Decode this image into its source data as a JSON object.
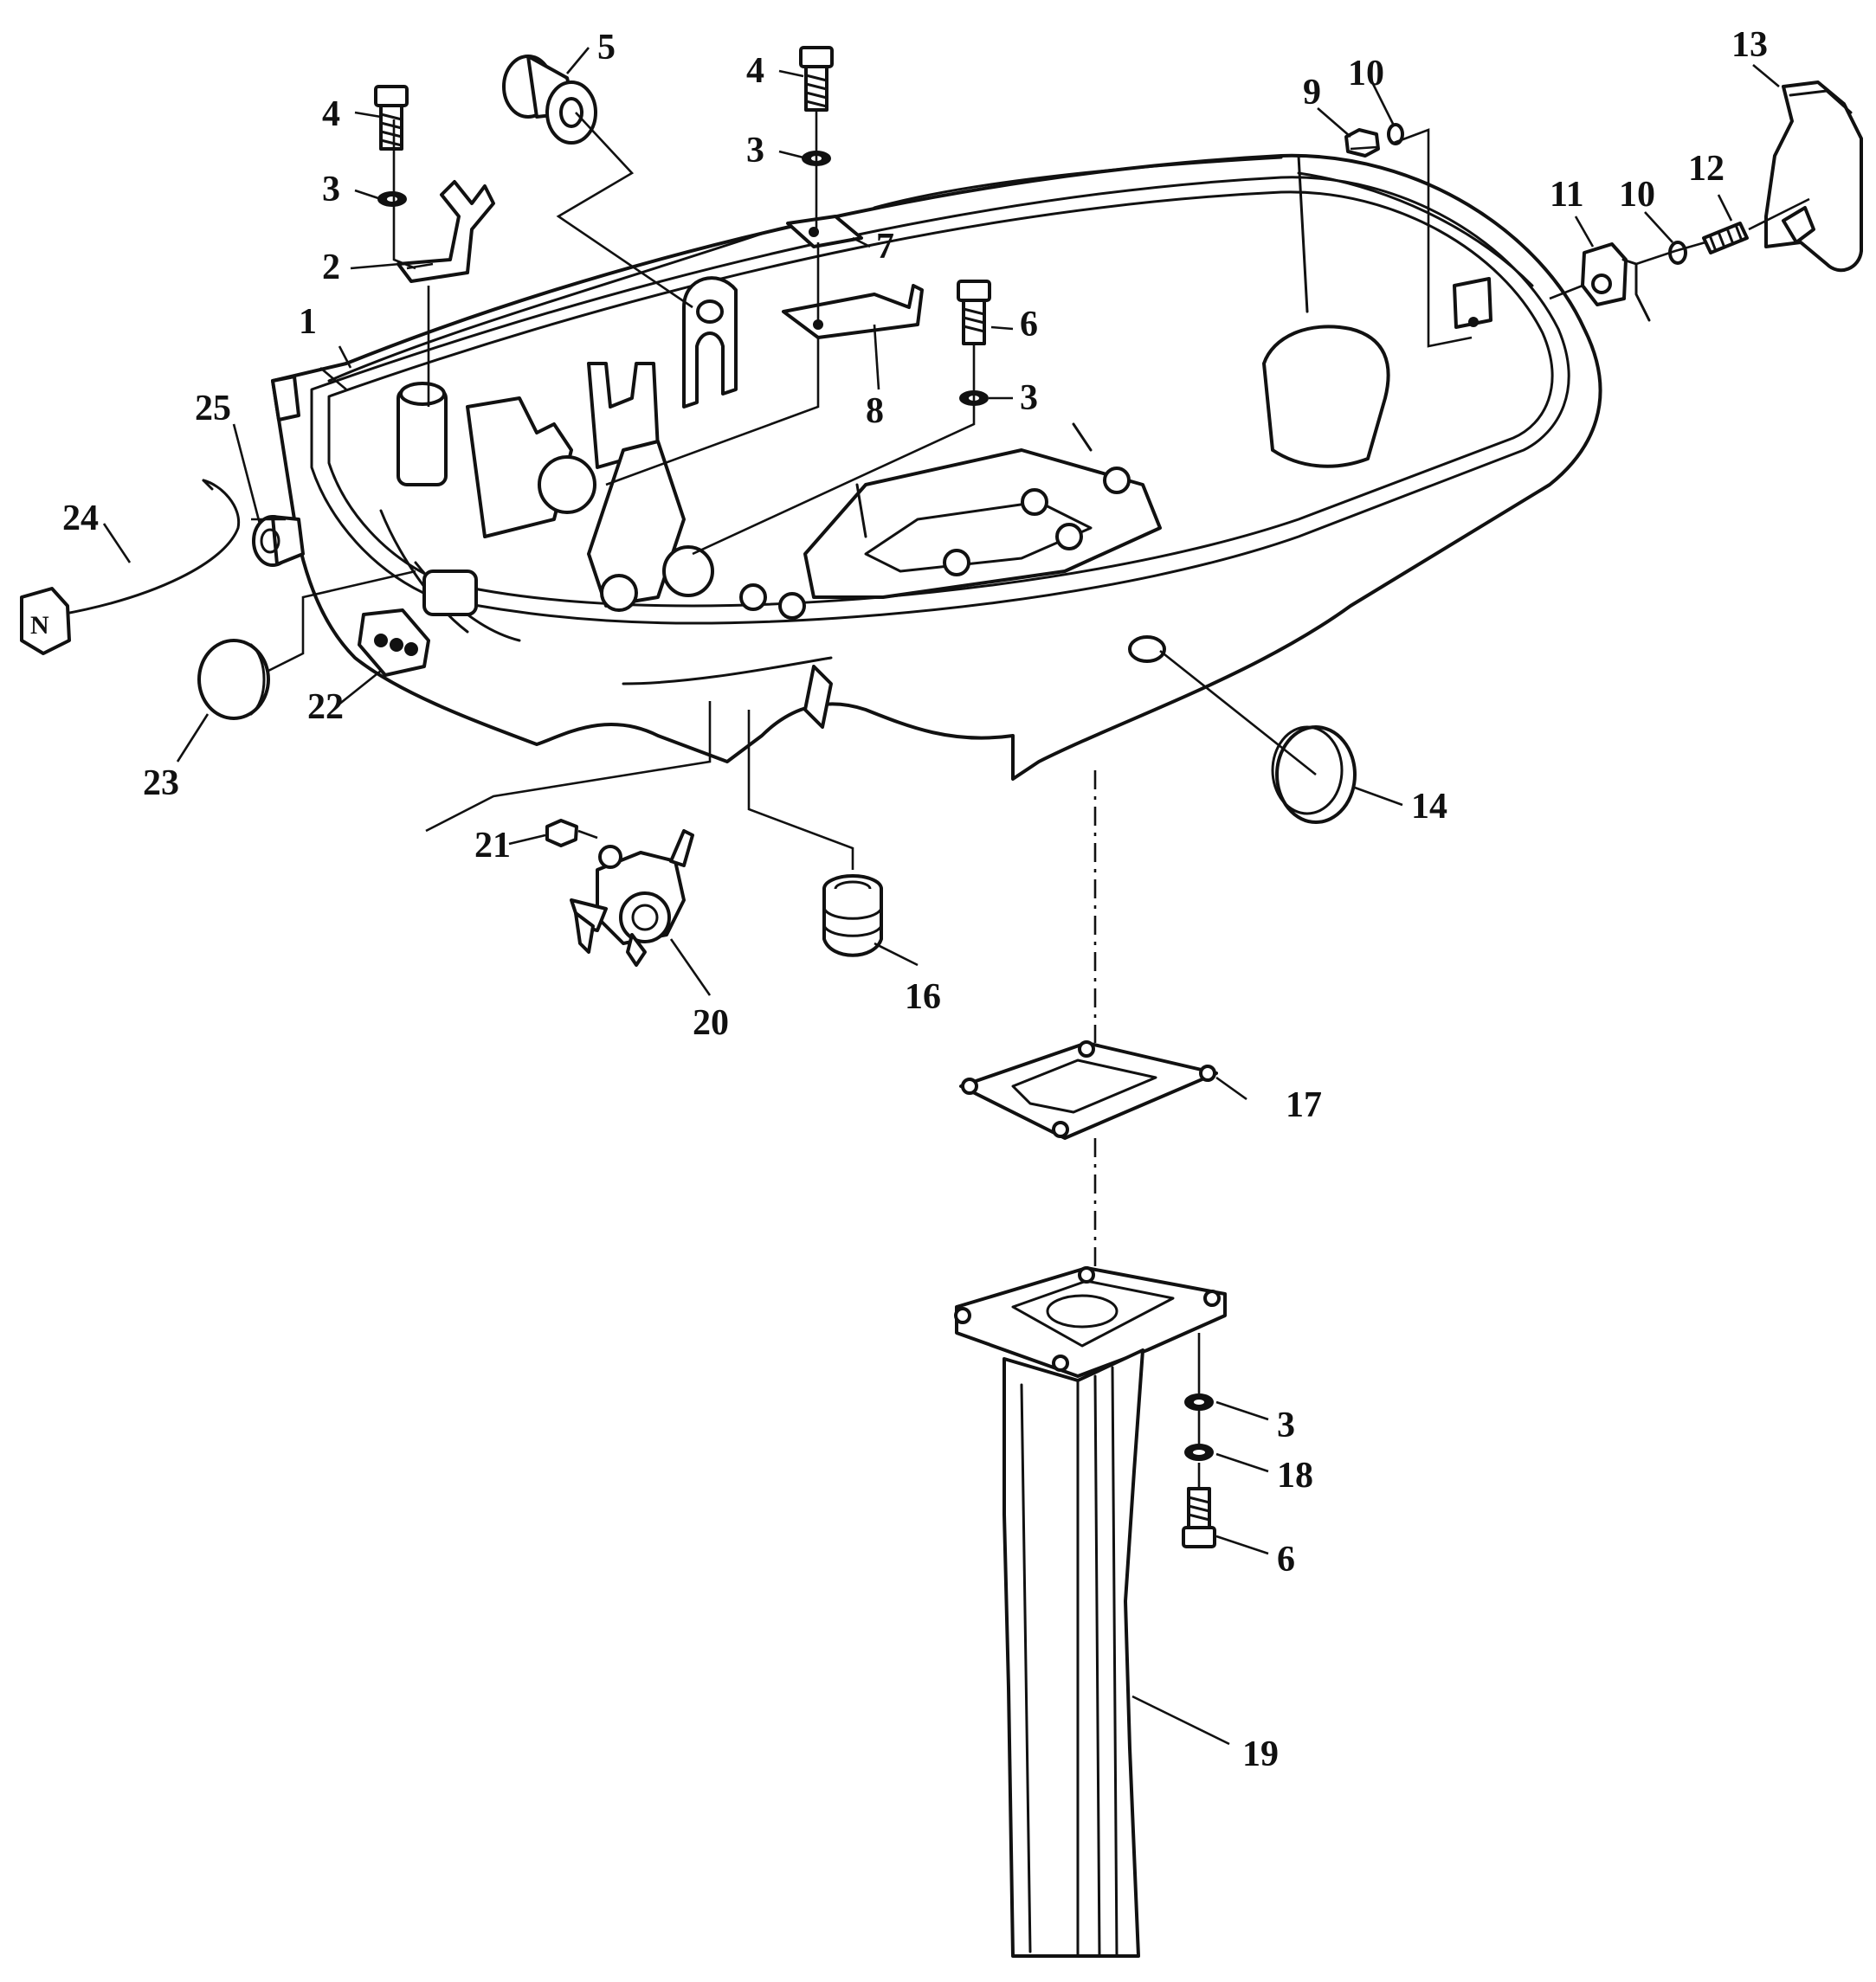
{
  "callouts": [
    {
      "id": "c1",
      "text": "1"
    },
    {
      "id": "c2",
      "text": "2"
    },
    {
      "id": "c3a",
      "text": "3"
    },
    {
      "id": "c3b",
      "text": "3"
    },
    {
      "id": "c3c",
      "text": "3"
    },
    {
      "id": "c3d",
      "text": "3"
    },
    {
      "id": "c4a",
      "text": "4"
    },
    {
      "id": "c4b",
      "text": "4"
    },
    {
      "id": "c5",
      "text": "5"
    },
    {
      "id": "c6a",
      "text": "6"
    },
    {
      "id": "c6b",
      "text": "6"
    },
    {
      "id": "c7",
      "text": "7"
    },
    {
      "id": "c8",
      "text": "8"
    },
    {
      "id": "c9",
      "text": "9"
    },
    {
      "id": "c10a",
      "text": "10"
    },
    {
      "id": "c10b",
      "text": "10"
    },
    {
      "id": "c11",
      "text": "11"
    },
    {
      "id": "c12",
      "text": "12"
    },
    {
      "id": "c13",
      "text": "13"
    },
    {
      "id": "c14",
      "text": "14"
    },
    {
      "id": "c16",
      "text": "16"
    },
    {
      "id": "c17",
      "text": "17"
    },
    {
      "id": "c18",
      "text": "18"
    },
    {
      "id": "c19",
      "text": "19"
    },
    {
      "id": "c20",
      "text": "20"
    },
    {
      "id": "c21",
      "text": "21"
    },
    {
      "id": "c22",
      "text": "22"
    },
    {
      "id": "c23",
      "text": "23"
    },
    {
      "id": "c24",
      "text": "24"
    },
    {
      "id": "c25",
      "text": "25"
    }
  ],
  "knob_letter": "N"
}
